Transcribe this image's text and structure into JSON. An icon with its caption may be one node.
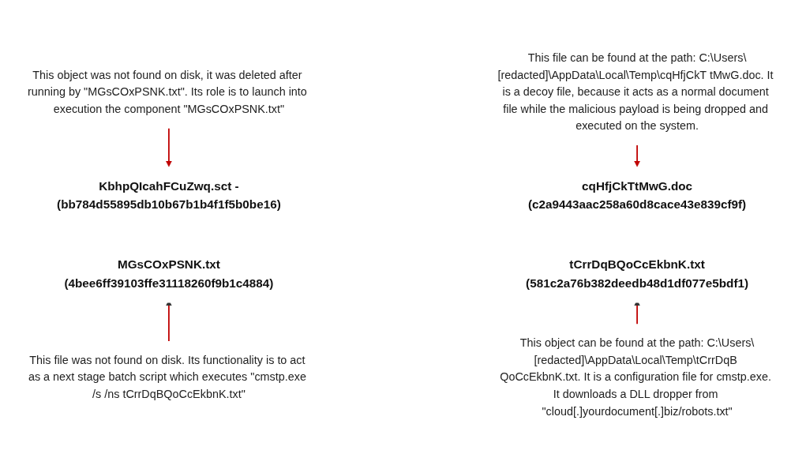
{
  "diagram": {
    "nodes": [
      {
        "text": [
          "This object was not found on disk, it was deleted after running by \"MGsCOxPSNK.txt\". Its role is to launch into execution the component \"MGsCOxPSNK.txt\""
        ]
      },
      {
        "text": [
          "This file can be found at the path: C:\\Users\\[redacted]\\AppData\\Local\\Temp\\cqHfjCkT tMwG.doc. It is a decoy file, because it acts as a normal document file while the malicious payload is being dropped and executed on the system."
        ]
      },
      {
        "text": [
          "KbhpQIcahFCuZwq.sct -",
          "(bb784d55895db10b67b1b4f1f5b0be16)"
        ]
      },
      {
        "text": [
          "cqHfjCkTtMwG.doc",
          "(c2a9443aac258a60d8cace43e839cf9f)"
        ]
      },
      {
        "text": [
          "MGsCOxPSNK.txt",
          "(4bee6ff39103ffe31118260f9b1c4884)"
        ]
      },
      {
        "text": [
          "tCrrDqBQoCcEkbnK.txt",
          "(581c2a76b382deedb48d1df077e5bdf1)"
        ]
      },
      {
        "text": [
          "This file was not found on disk. Its functionality is to act as a next stage batch script which executes \"cmstp.exe /s /ns tCrrDqBQoCcEkbnK.txt\""
        ]
      },
      {
        "text": [
          "This object can be found at the path: C:\\Users\\[redacted]\\AppData\\Local\\Temp\\tCrrDqB QoCcEkbnK.txt. It is a configuration file for cmstp.exe. It downloads a DLL dropper from \"cloud[.]yourdocument[.]biz/robots.txt\""
        ]
      }
    ],
    "edges": [
      {
        "from": 0,
        "to": 2,
        "arrow": "to"
      },
      {
        "from": 1,
        "to": 3,
        "arrow": "to"
      },
      {
        "from": 6,
        "to": 4,
        "arrow": "to"
      },
      {
        "from": 7,
        "to": 5,
        "arrow": "to"
      }
    ]
  }
}
